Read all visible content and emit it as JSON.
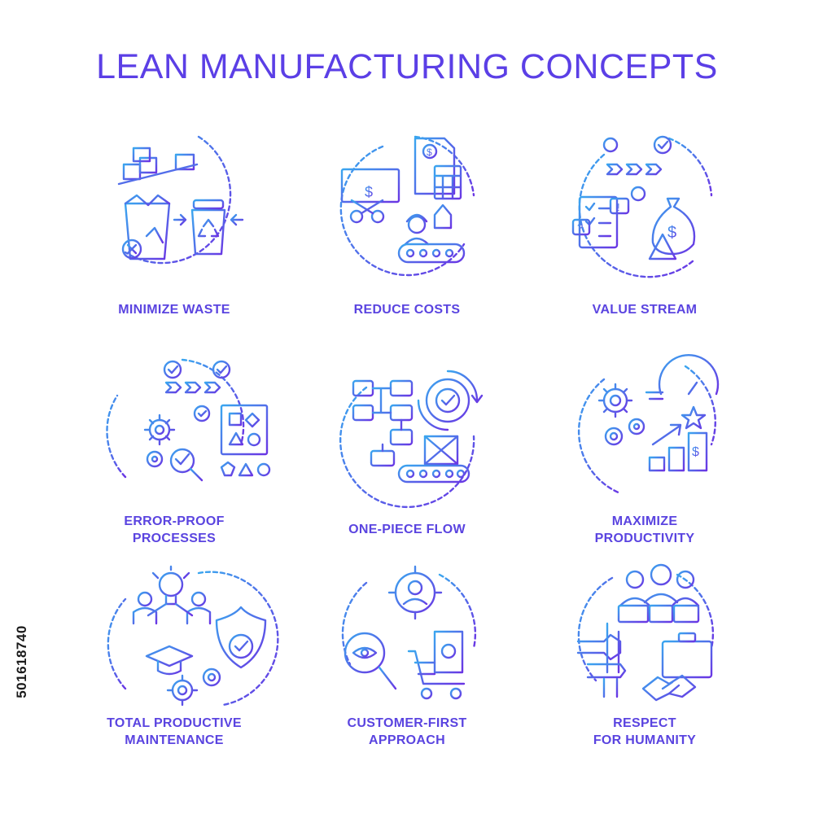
{
  "title": "LEAN MANUFACTURING CONCEPTS",
  "accent_colors": {
    "start": "#3aa6ef",
    "end": "#6a35e4",
    "text": "#5a44e0"
  },
  "concepts": [
    {
      "lines": [
        "MINIMIZE WASTE"
      ],
      "icon": "minimize-waste-icon"
    },
    {
      "lines": [
        "REDUCE COSTS"
      ],
      "icon": "reduce-costs-icon"
    },
    {
      "lines": [
        "VALUE STREAM"
      ],
      "icon": "value-stream-icon"
    },
    {
      "lines": [
        "ERROR-PROOF",
        "PROCESSES"
      ],
      "icon": "error-proof-icon"
    },
    {
      "lines": [
        "ONE-PIECE FLOW"
      ],
      "icon": "one-piece-flow-icon"
    },
    {
      "lines": [
        "MAXIMIZE",
        "PRODUCTIVITY"
      ],
      "icon": "maximize-productivity-icon"
    },
    {
      "lines": [
        "TOTAL PRODUCTIVE",
        "MAINTENANCE"
      ],
      "icon": "total-productive-maintenance-icon"
    },
    {
      "lines": [
        "CUSTOMER-FIRST",
        "APPROACH"
      ],
      "icon": "customer-first-icon"
    },
    {
      "lines": [
        "RESPECT",
        "FOR HUMANITY"
      ],
      "icon": "respect-for-humanity-icon"
    }
  ],
  "stock_id": "501618740"
}
